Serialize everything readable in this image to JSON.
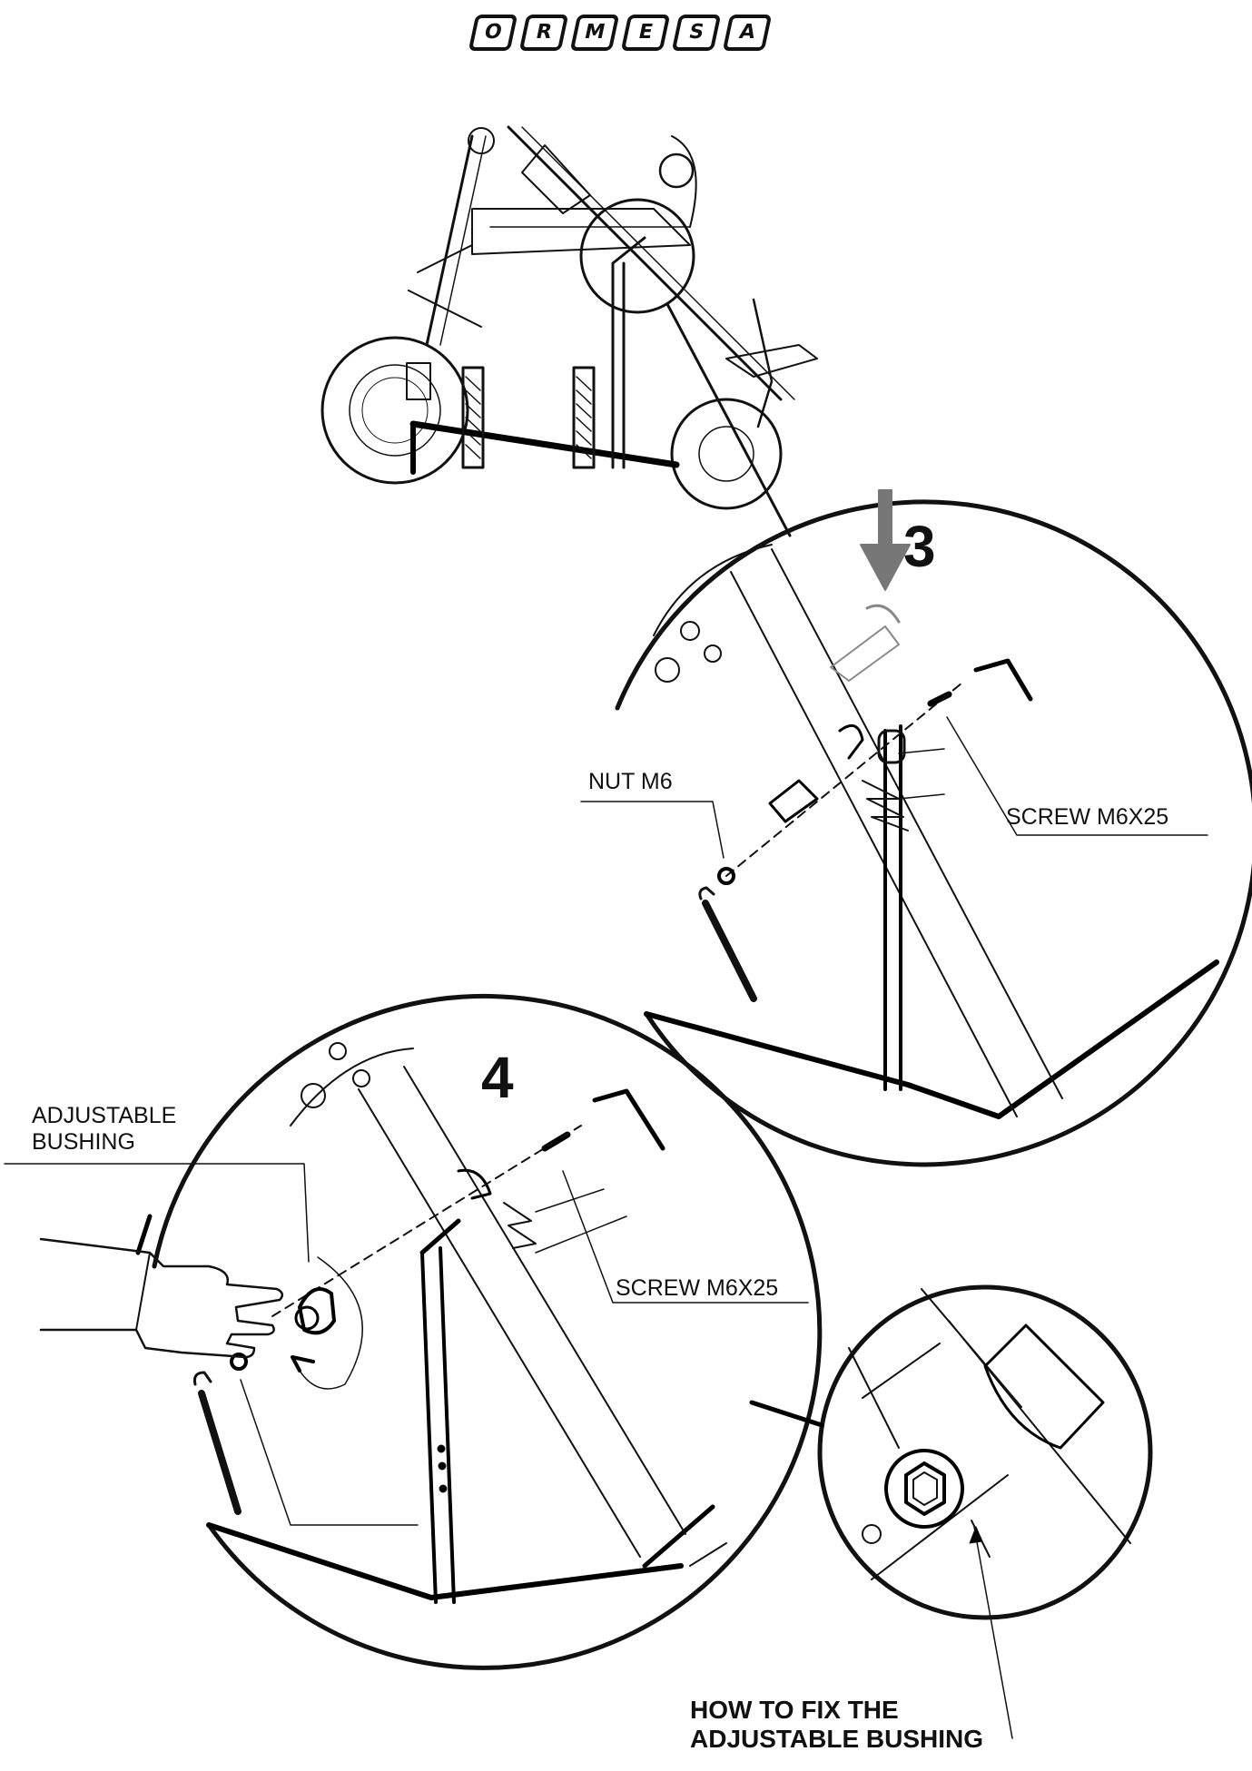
{
  "brand": {
    "logo_text": "ORMESA",
    "logo_letters": [
      "O",
      "R",
      "M",
      "E",
      "S",
      "A"
    ]
  },
  "steps": {
    "step3": {
      "number": "3"
    },
    "step4": {
      "number": "4"
    }
  },
  "labels": {
    "nut": "NUT M6",
    "screw_step3": "SCREW M6X25",
    "adjustable_bushing_line1": "ADJUSTABLE",
    "adjustable_bushing_line2": "BUSHING",
    "screw_step4": "SCREW M6X25",
    "how_to_fix_line1": "HOW TO FIX THE",
    "how_to_fix_line2": "ADJUSTABLE BUSHING"
  }
}
